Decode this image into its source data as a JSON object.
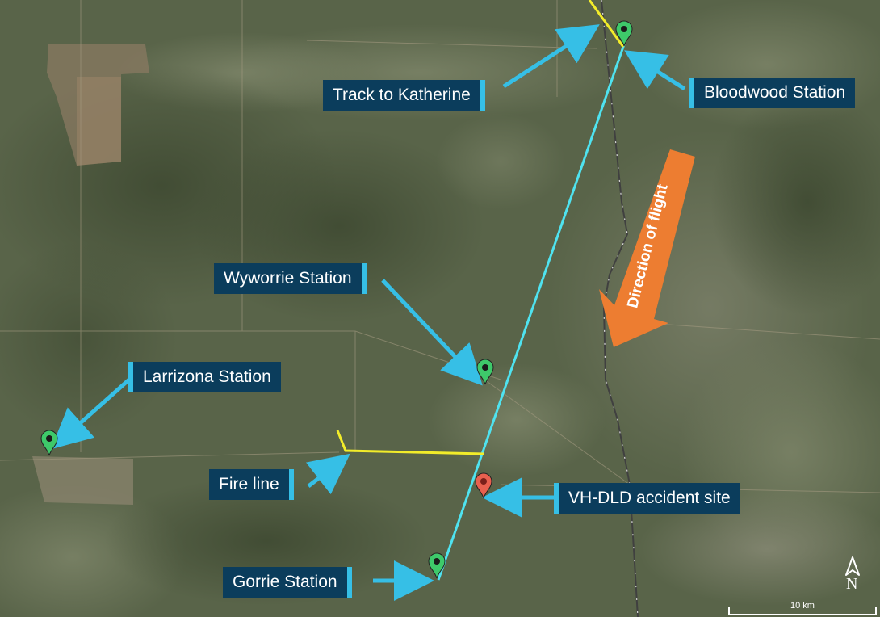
{
  "map": {
    "colors": {
      "terrain_base": "#556046",
      "flight_path": "#4fe3f0",
      "fire_line": "#f2ec2a",
      "label_bg": "#0b3d5c",
      "label_text": "#ffffff",
      "arrow": "#36bfe6",
      "direction_arrow": "#ed7d31",
      "pin_station": "#3ec96a",
      "pin_accident": "#e8604f"
    },
    "labels": {
      "track_to_katherine": "Track to Katherine",
      "bloodwood_station": "Bloodwood Station",
      "wyworrie_station": "Wyworrie Station",
      "larrizona_station": "Larrizona Station",
      "fire_line": "Fire line",
      "accident_site": "VH-DLD accident site",
      "gorrie_station": "Gorrie Station"
    },
    "direction_of_flight": "Direction of flight",
    "north_label": "N",
    "scale_label": "10 km",
    "markers": [
      {
        "name": "Bloodwood Station",
        "type": "station",
        "icon": "green-map-pin"
      },
      {
        "name": "Wyworrie Station",
        "type": "station",
        "icon": "green-map-pin"
      },
      {
        "name": "Larrizona Station",
        "type": "station",
        "icon": "green-map-pin"
      },
      {
        "name": "Gorrie Station",
        "type": "station",
        "icon": "green-map-pin"
      },
      {
        "name": "VH-DLD accident site",
        "type": "accident",
        "icon": "red-map-pin"
      }
    ]
  }
}
